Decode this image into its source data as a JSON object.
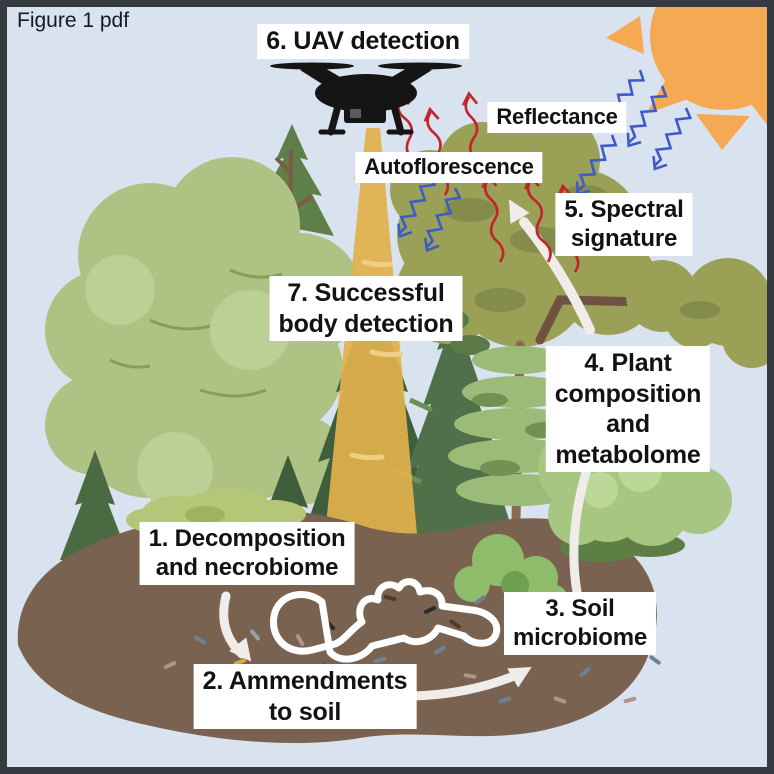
{
  "figure_label": "Figure 1 pdf",
  "steps": {
    "uav_detection": "6. UAV detection",
    "reflectance": "Reflectance",
    "autoflorescence": "Autoflorescence",
    "spectral_signature": "5. Spectral\nsignature",
    "successful_body_detection": "7. Successful\nbody detection",
    "plant_composition": "4. Plant composition\nand metabolome",
    "decomposition": "1. Decomposition\nand necrobiome",
    "soil_microbiome": "3. Soil\nmicrobiome",
    "ammendments": "2. Ammendments\nto soil"
  },
  "icons": {
    "drone": "drone-icon",
    "sun": "sun-icon",
    "body_outline": "body-outline-icon"
  },
  "colors": {
    "sky": "#d9e3ef",
    "sun": "#f4a952",
    "soil": "#79624f",
    "beam": "#e1b04b",
    "reflectance_arrow_blue": "#3f5bc7",
    "autofluorescence_arrow_red": "#c4232b",
    "label_background": "#ffffff",
    "label_text": "#121212",
    "frame": "#363b42"
  }
}
